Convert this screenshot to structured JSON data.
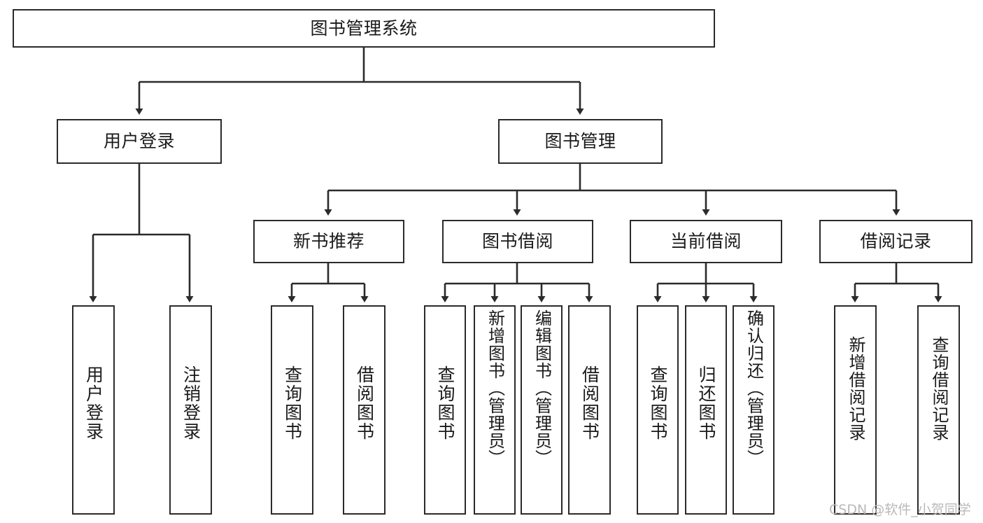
{
  "diagram": {
    "title": "图书管理系统",
    "type": "tree",
    "watermark": "CSDN @软件_小贺同学",
    "colors": {
      "background": "#ffffff",
      "box_border": "#2b2b2b",
      "box_fill": "#ffffff",
      "text": "#1a1a1a",
      "edge": "#2b2b2b",
      "watermark": "#b9b9b9"
    },
    "nodes": {
      "root": {
        "label": "图书管理系统"
      },
      "level2": [
        {
          "id": "user-login",
          "label": "用户登录"
        },
        {
          "id": "book-manage",
          "label": "图书管理"
        }
      ],
      "level3": [
        {
          "id": "new-book-rec",
          "label": "新书推荐"
        },
        {
          "id": "book-borrow",
          "label": "图书借阅"
        },
        {
          "id": "current-borrow",
          "label": "当前借阅"
        },
        {
          "id": "borrow-record",
          "label": "借阅记录"
        }
      ],
      "leaves": [
        {
          "id": "leaf-user-login",
          "label": "用户登录",
          "parent": "user-login"
        },
        {
          "id": "leaf-logout",
          "label": "注销登录",
          "parent": "user-login"
        },
        {
          "id": "leaf-query-book-1",
          "label": "查询图书",
          "parent": "new-book-rec"
        },
        {
          "id": "leaf-borrow-book-1",
          "label": "借阅图书",
          "parent": "new-book-rec"
        },
        {
          "id": "leaf-query-book-2",
          "label": "查询图书",
          "parent": "book-borrow"
        },
        {
          "id": "leaf-add-book",
          "label": "新增图书（管理员）",
          "parent": "book-borrow"
        },
        {
          "id": "leaf-edit-book",
          "label": "编辑图书（管理员）",
          "parent": "book-borrow"
        },
        {
          "id": "leaf-borrow-book-2",
          "label": "借阅图书",
          "parent": "book-borrow"
        },
        {
          "id": "leaf-query-book-3",
          "label": "查询图书",
          "parent": "current-borrow"
        },
        {
          "id": "leaf-return-book",
          "label": "归还图书",
          "parent": "current-borrow"
        },
        {
          "id": "leaf-confirm-return",
          "label": "确认归还（管理员）",
          "parent": "current-borrow"
        },
        {
          "id": "leaf-add-record",
          "label": "新增借阅记录",
          "parent": "borrow-record"
        },
        {
          "id": "leaf-query-record",
          "label": "查询借阅记录",
          "parent": "borrow-record"
        }
      ]
    }
  }
}
